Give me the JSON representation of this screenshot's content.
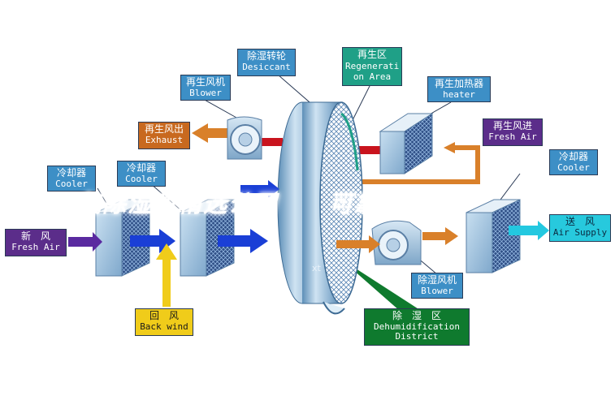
{
  "labels": {
    "desiccant": {
      "zh": "除湿转轮",
      "en": "Desiccant"
    },
    "regen_area": {
      "zh": "再生区",
      "en": "Regenerati on Area"
    },
    "blower_top": {
      "zh": "再生风机",
      "en": "Blower"
    },
    "heater": {
      "zh": "再生加热器",
      "en": "heater"
    },
    "exhaust": {
      "zh": "再生风出",
      "en": "Exhaust"
    },
    "regen_in": {
      "zh": "再生风进",
      "en": "Fresh Air"
    },
    "cooler_left": {
      "zh": "冷却器",
      "en": "Cooler"
    },
    "cooler_mid": {
      "zh": "冷却器",
      "en": "Cooler"
    },
    "cooler_right": {
      "zh": "冷却器",
      "en": "Cooler"
    },
    "fresh_air": {
      "zh": "新　风",
      "en": "Fresh Air"
    },
    "supply": {
      "zh": "送　风",
      "en": "Air Supply"
    },
    "back_wind": {
      "zh": "回　风",
      "en": "Back wind"
    },
    "blower_bottom": {
      "zh": "除湿风机",
      "en": "Blower"
    },
    "dehum_district": {
      "zh": "除　湿　区",
      "en": "Dehumidification District"
    }
  },
  "banner": "气除湿机精选公司　　可靠",
  "watermark": "xt",
  "colors": {
    "blue_label": "#3d8fc6",
    "purple_label": "#5b2d8a",
    "orange_label": "#c8691f",
    "cyan_label": "#27c9dd",
    "yellow_label": "#f0cc1a",
    "green_label": "#0f7a2e",
    "teal_label": "#1fa087",
    "flow_blue": "#1a3fd6",
    "flow_orange": "#d9802a",
    "flow_red": "#c9141e",
    "flow_purple": "#5a2aa0",
    "flow_yellow": "#f0cc1a",
    "flow_cyan": "#23c8e0"
  }
}
